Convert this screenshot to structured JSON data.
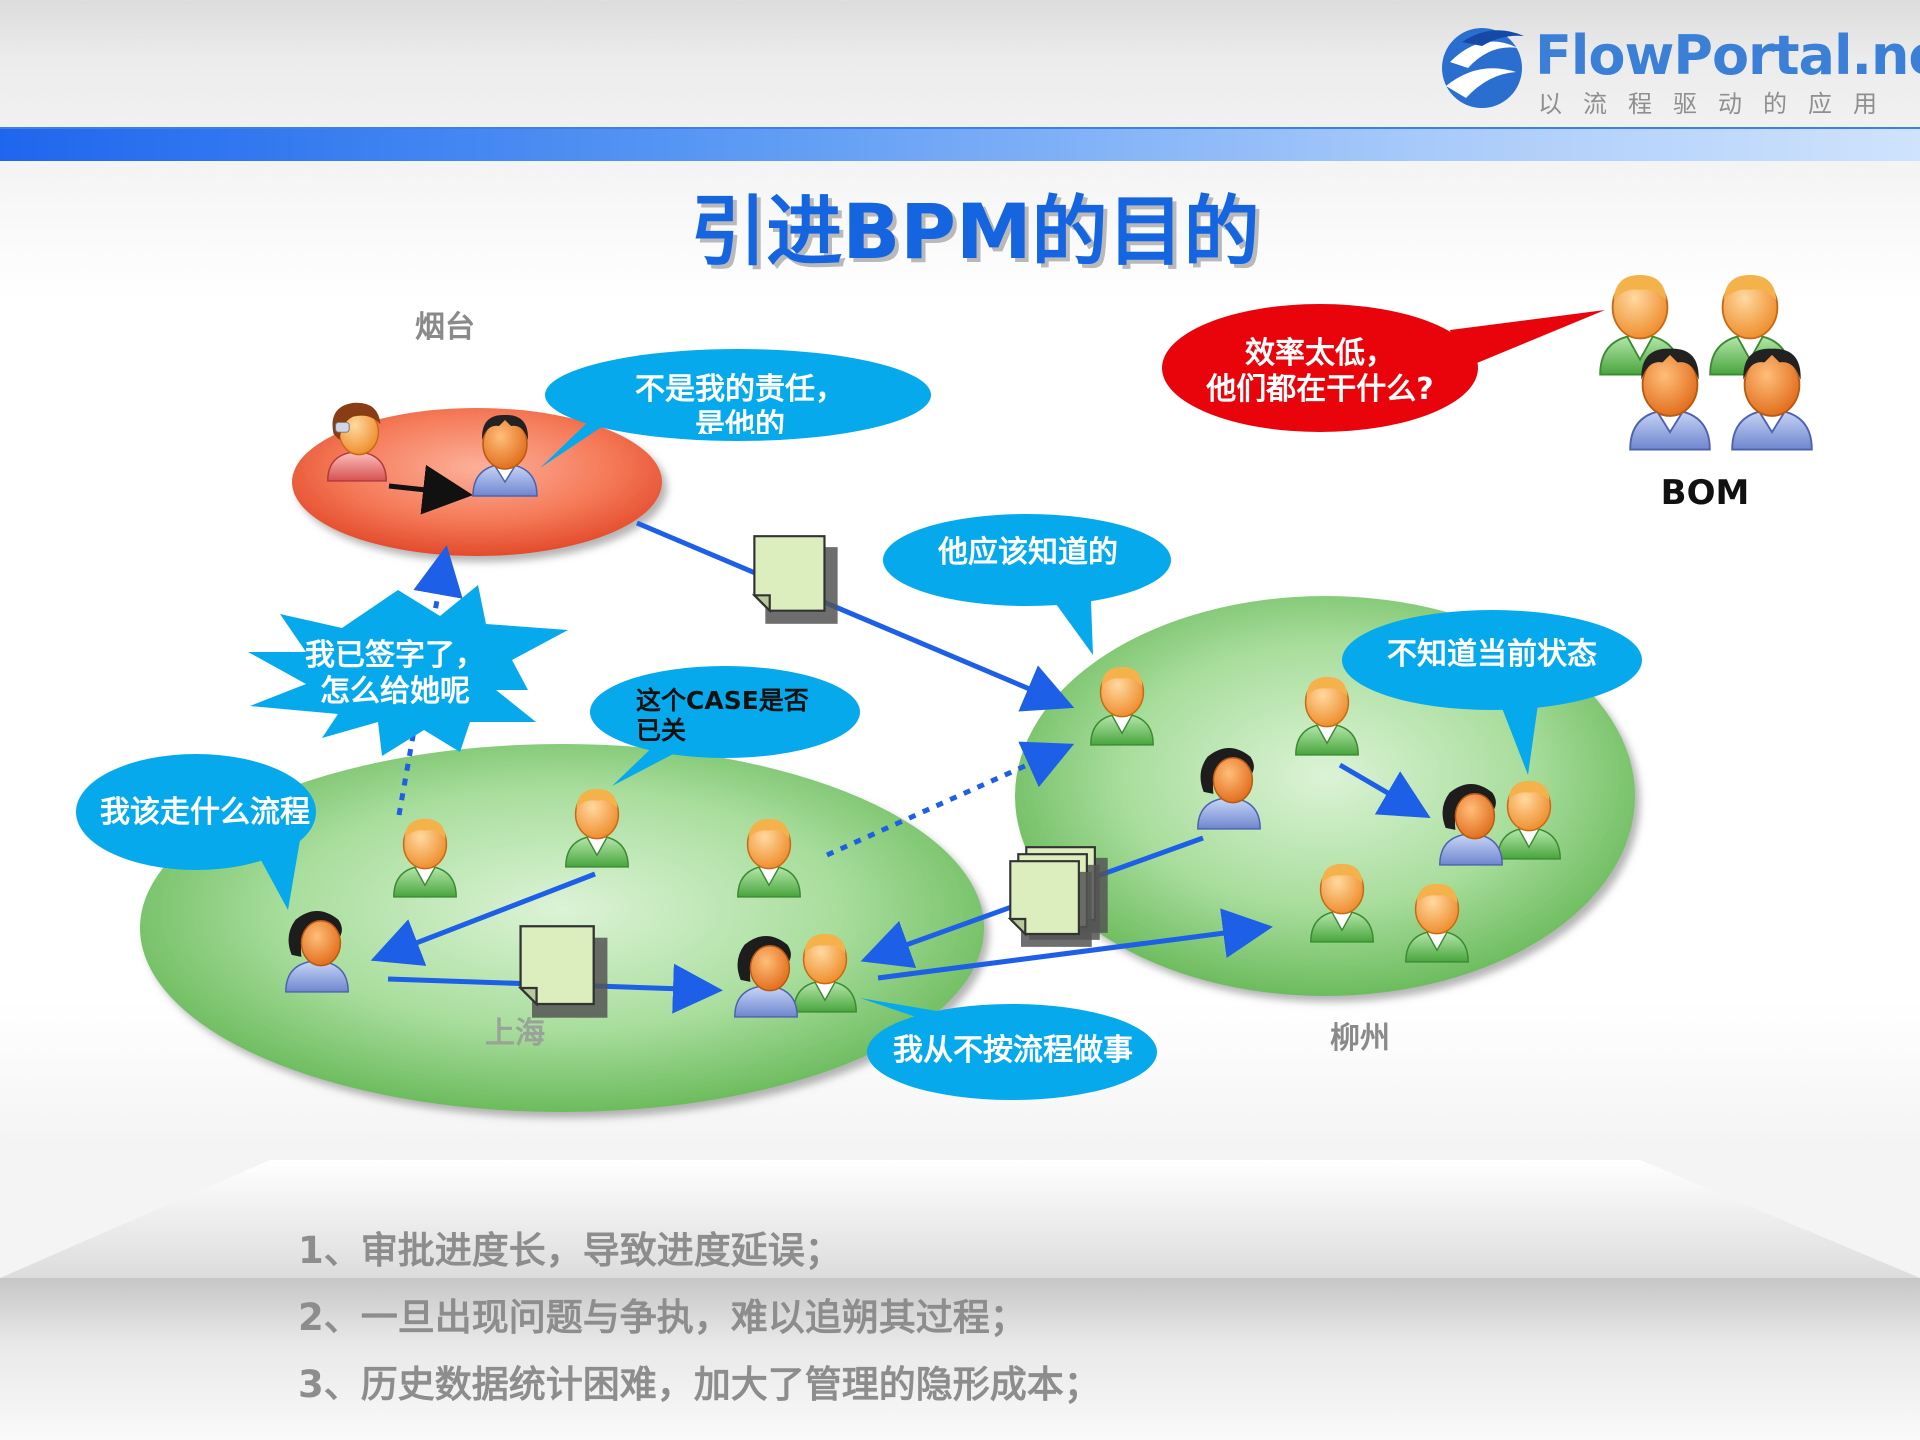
{
  "brand": {
    "name": "FlowPortal.net",
    "tagline": "以流程驱动的应用"
  },
  "title": "引进BPM的目的",
  "cities": {
    "yantai": "烟台",
    "shanghai": "上海",
    "liuzhou": "柳州"
  },
  "bubbles": {
    "not_my_duty": "不是我的责任，\n是他的",
    "efficiency": "效率太低，\n他们都在干什么?",
    "should_know": "他应该知道的",
    "signed": "我已签字了，\n怎么给她呢",
    "unknown_state": "不知道当前状态",
    "case_closed": "这个CASE是否\n已关",
    "which_flow": "我该走什么流程",
    "never_follow": "我从不按流程做事"
  },
  "bom_label": "BOM",
  "problems": [
    "1、审批进度长，导致进度延误；",
    "2、一旦出现问题与争执，难以追朔其过程；",
    "3、历史数据统计困难，加大了管理的隐形成本；"
  ],
  "colors": {
    "brand_blue": "#1565e0",
    "arrow_blue": "#1d5fe6",
    "bubble_cyan": "#05a9ec",
    "bubble_red": "#e8040a",
    "ellipse_green": "#8ed183",
    "ellipse_orange": "#f56a48",
    "doc_green": "#dcedbe"
  },
  "icons": [
    "person-male-green-icon",
    "person-female-blue-icon",
    "person-male-blue-icon",
    "person-female-red-icon",
    "document-icon",
    "stacked-documents-icon",
    "logo-swirl-icon"
  ]
}
